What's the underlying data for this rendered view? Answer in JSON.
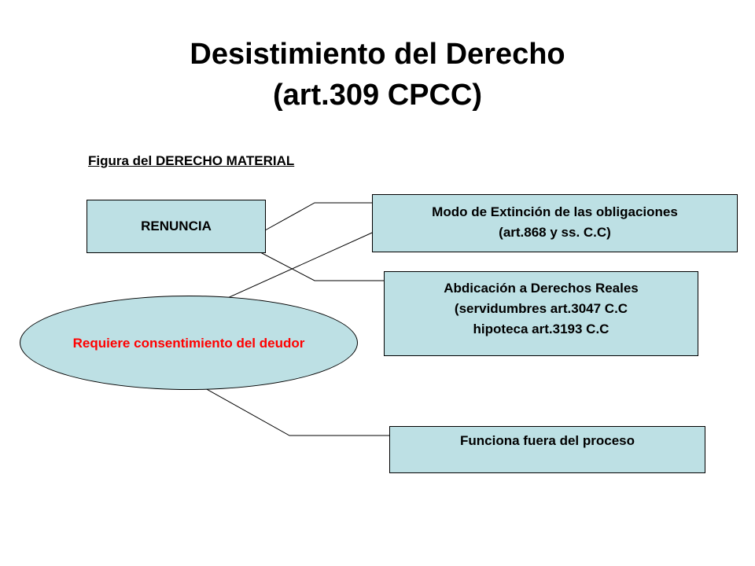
{
  "title": {
    "line1": "Desistimiento del Derecho",
    "line2": "(art.309 CPCC)"
  },
  "subtitle": "Figura del DERECHO MATERIAL",
  "nodes": {
    "renuncia": "RENUNCIA",
    "modo": {
      "line1": "Modo de Extinción de las obligaciones",
      "line2": "(art.868 y ss. C.C)"
    },
    "abdicacion": {
      "line1": "Abdicación a Derechos Reales",
      "line2": "(servidumbres art.3047 C.C",
      "line3": "hipoteca art.3193 C.C"
    },
    "deudor": "Requiere consentimiento del deudor",
    "funciona": "Funciona fuera del proceso"
  },
  "colors": {
    "box_fill": "#bde0e4",
    "border": "#000000",
    "highlight_text": "#ff0000"
  }
}
